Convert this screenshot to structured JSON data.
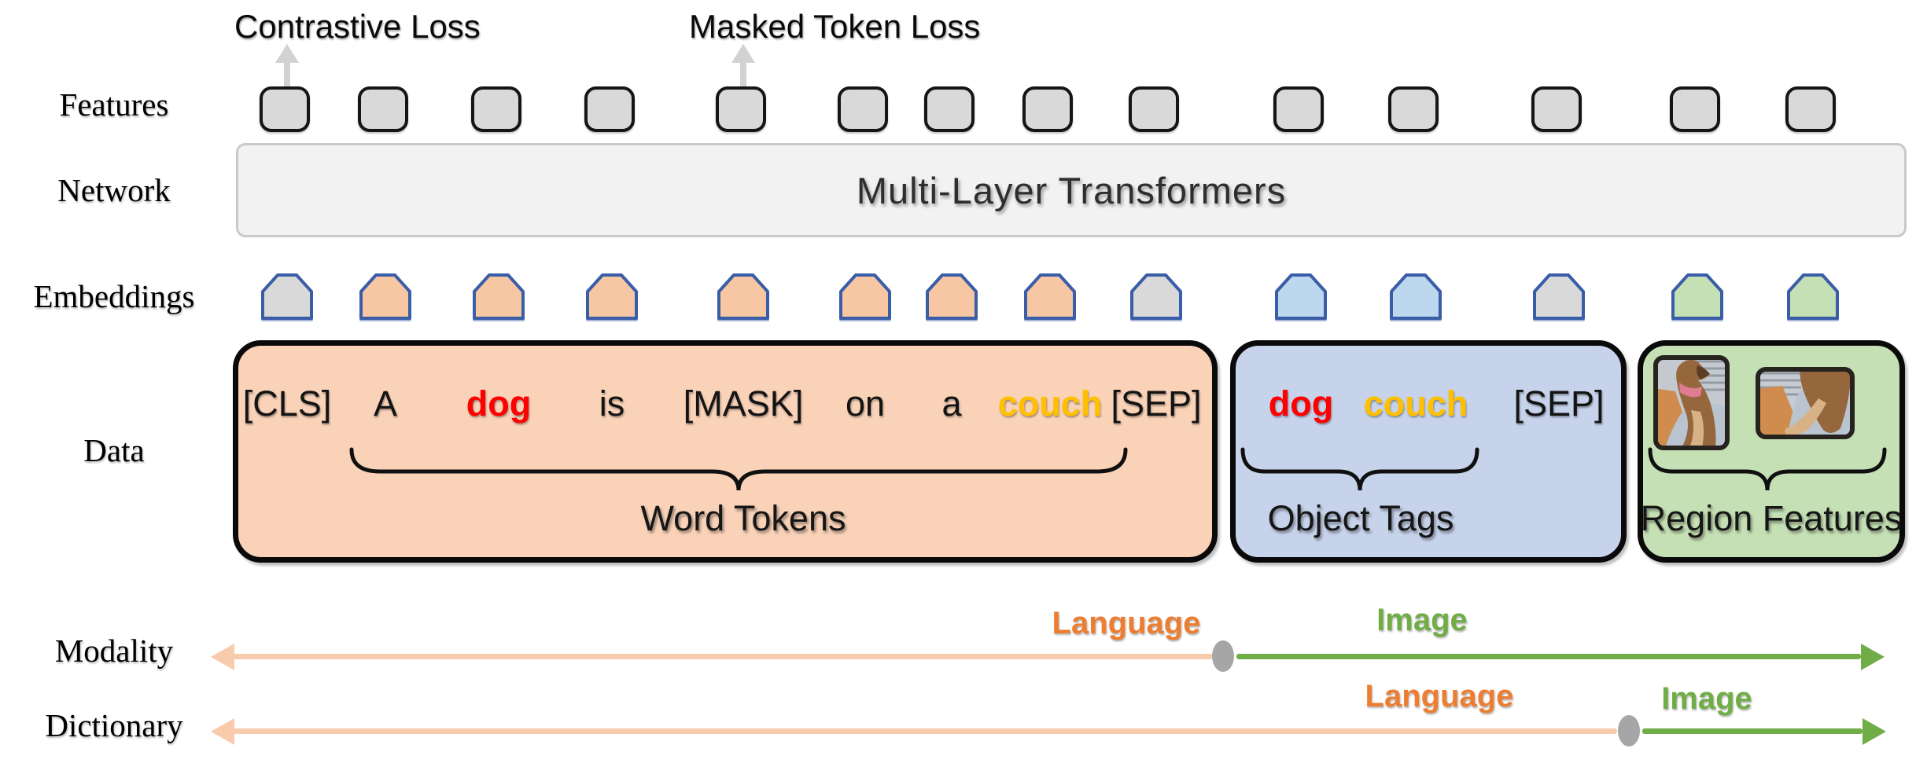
{
  "colors": {
    "gray-fill": "#d9d9d9",
    "orange-fill": "#f7c7a3",
    "orange-box": "#f9d2b8",
    "blue-fill": "#bdd7ee",
    "blue-box": "#c7d3eb",
    "green-fill": "#c5e0b4",
    "emb-border": "#3a5da8",
    "network-bg": "#f2f2f2",
    "network-border": "#c9c9c9",
    "red": "#ff0000",
    "gold": "#ffc000",
    "orange-accent": "#ed7d31",
    "green-accent": "#70ad47",
    "arrow-orange": "#f8cbad",
    "dot-gray": "#a6a6a6",
    "loss-arrow": "#d2d2d2"
  },
  "losses": [
    {
      "label": "Contrastive Loss",
      "column": 0
    },
    {
      "label": "Masked Token Loss",
      "column": 4
    }
  ],
  "row_labels": {
    "features": "Features",
    "network": "Network",
    "embeddings": "Embeddings",
    "data": "Data",
    "modality": "Modality",
    "dictionary": "Dictionary"
  },
  "network": {
    "label": "Multi-Layer Transformers"
  },
  "embeddings": {
    "sequence": [
      "special",
      "word",
      "word",
      "word",
      "word",
      "word",
      "word",
      "word",
      "special",
      "tag",
      "tag",
      "special",
      "region",
      "region"
    ]
  },
  "data_row": {
    "word_tokens": {
      "group_label": "Word Tokens",
      "tokens": [
        {
          "text": "[CLS]",
          "color": "default"
        },
        {
          "text": "A",
          "color": "default"
        },
        {
          "text": "dog",
          "color": "red"
        },
        {
          "text": "is",
          "color": "default"
        },
        {
          "text": "[MASK]",
          "color": "default"
        },
        {
          "text": "on",
          "color": "default"
        },
        {
          "text": "a",
          "color": "default"
        },
        {
          "text": "couch",
          "color": "gold"
        },
        {
          "text": "[SEP]",
          "color": "default"
        }
      ]
    },
    "object_tags": {
      "group_label": "Object Tags",
      "tokens": [
        {
          "text": "dog",
          "color": "red"
        },
        {
          "text": "couch",
          "color": "gold"
        },
        {
          "text": "[SEP]",
          "color": "default"
        }
      ]
    },
    "region_features": {
      "group_label": "Region Features",
      "images": [
        "dog-on-couch-region-1",
        "dog-on-couch-region-2"
      ]
    }
  },
  "axes": {
    "modality": {
      "left_label": "Language",
      "right_label": "Image"
    },
    "dictionary": {
      "left_label": "Language",
      "right_label": "Image"
    }
  }
}
